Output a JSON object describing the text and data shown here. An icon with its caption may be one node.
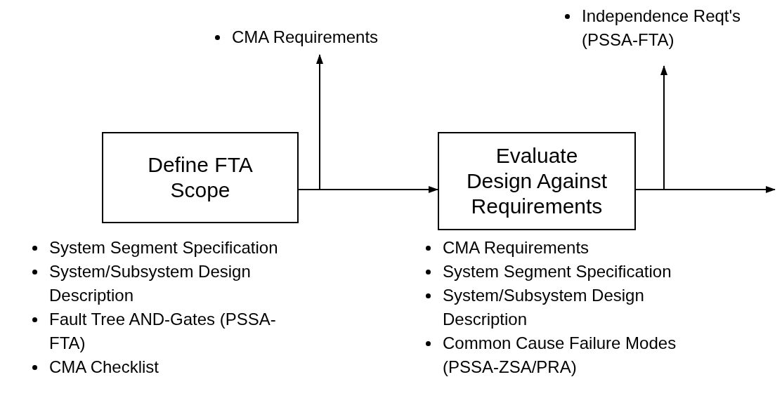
{
  "diagram": {
    "nodes": [
      {
        "text": [
          "Define FTA Scope"
        ]
      },
      {
        "text": [
          "Evaluate Design Against Requirements"
        ]
      },
      {
        "text": [
          "CMA Requirements"
        ]
      },
      {
        "text": [
          "Independence Reqt's (PSSA-FTA)"
        ]
      }
    ],
    "edges": [
      {
        "from": 0,
        "to": 1,
        "arrow": "to"
      },
      {
        "from": 0,
        "to": 2,
        "arrow": "to"
      },
      {
        "from": 1,
        "to": 3,
        "arrow": "to"
      },
      {
        "from": 1,
        "to": null,
        "arrow": "to"
      }
    ],
    "labels": [
      "System Segment Specification",
      "System/Subsystem Design Description",
      "Fault Tree AND-Gates (PSSA-FTA)",
      "CMA Checklist",
      "CMA Requirements",
      "System Segment Specification",
      "System/Subsystem Design Description",
      "Common Cause Failure Modes (PSSA-ZSA/PRA)"
    ]
  }
}
